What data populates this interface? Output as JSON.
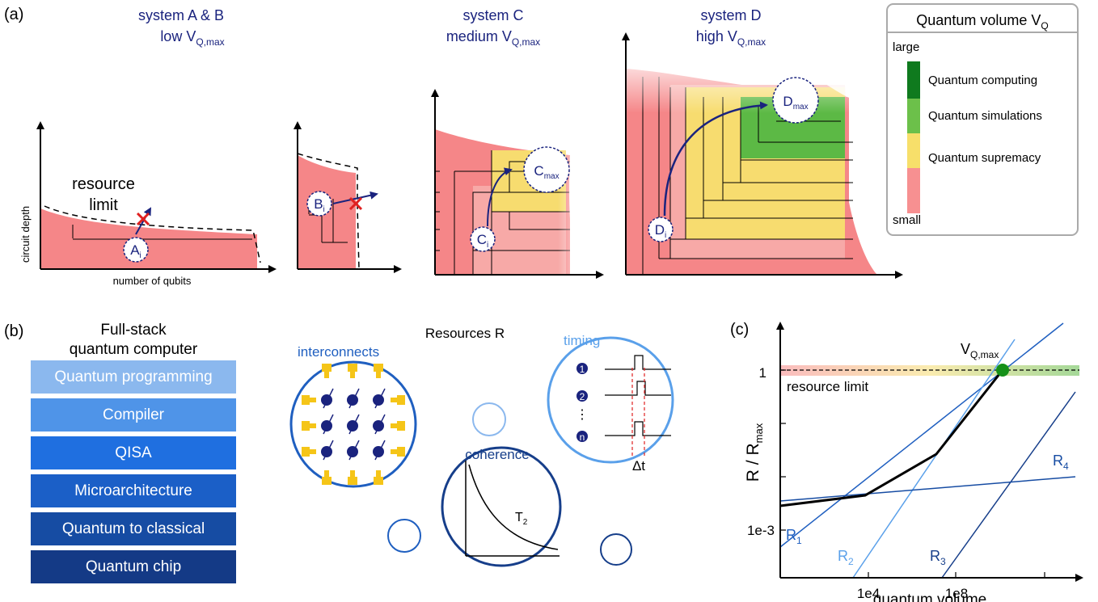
{
  "panel_a": {
    "label": "(a)",
    "ab": {
      "line1": "system A & B",
      "line2": "low V",
      "sub": "Q,max"
    },
    "c": {
      "line1": "system C",
      "line2": "medium V",
      "sub": "Q,max"
    },
    "d": {
      "line1": "system D",
      "line2": "high V",
      "sub": "Q,max"
    },
    "ylabel": "circuit depth",
    "xlabel": "number of qubits",
    "resource_limit": [
      "resource",
      "limit"
    ],
    "points": {
      "a": "A",
      "b": "B",
      "c": "C",
      "cmax": "C",
      "d": "D",
      "dmax": "D",
      "sub_i": "i",
      "sub_max": "max"
    },
    "legend": {
      "title": "Quantum volume V",
      "title_sub": "Q",
      "large": "large",
      "small": "small",
      "items": [
        {
          "label": "Quantum computing",
          "color": "#0f7a1e"
        },
        {
          "label": "Quantum simulations",
          "color": "#6cc04a"
        },
        {
          "label": "Quantum supremacy",
          "color": "#f7df6a"
        },
        {
          "label": "",
          "color": "#f79091"
        }
      ]
    },
    "colors": {
      "red": "#f58688",
      "pink": "#f7a9a7",
      "yellow": "#f7dc6f",
      "green": "#5cb945",
      "arrow": "#1a237e"
    }
  },
  "panel_b": {
    "label": "(b)",
    "stack_title": [
      "Full-stack",
      "quantum computer"
    ],
    "stack": [
      {
        "label": "Quantum programming",
        "color": "#8bb8ee"
      },
      {
        "label": "Compiler",
        "color": "#4f94e8"
      },
      {
        "label": "QISA",
        "color": "#1f6fe0"
      },
      {
        "label": "Microarchitecture",
        "color": "#1b5fc7"
      },
      {
        "label": "Quantum to classical",
        "color": "#164ca3"
      },
      {
        "label": "Quantum chip",
        "color": "#143a86"
      }
    ],
    "resources_title": "Resources R",
    "interconnects": "interconnects",
    "timing": "timing",
    "coherence": "coherence",
    "t2": "T",
    "t2_sub": "2",
    "delta_t": "Δt",
    "qubit_labels": [
      "1",
      "2",
      "⋮",
      "n"
    ]
  },
  "panel_c": {
    "label": "(c)",
    "ylabel": "R / R",
    "ylabel_sub": "max",
    "xlabel": "quantum volume",
    "yticks": [
      "1",
      "1e-3"
    ],
    "xticks": [
      "1e4",
      "1e8"
    ],
    "resource_limit": "resource limit",
    "vq_max": "V",
    "vq_max_sub": "Q,max",
    "series": [
      {
        "name": "R",
        "sub": "1",
        "color": "#1f5fc0"
      },
      {
        "name": "R",
        "sub": "2",
        "color": "#5aa0ea"
      },
      {
        "name": "R",
        "sub": "3",
        "color": "#163e8a"
      },
      {
        "name": "R",
        "sub": "4",
        "color": "#164ca3"
      }
    ]
  }
}
